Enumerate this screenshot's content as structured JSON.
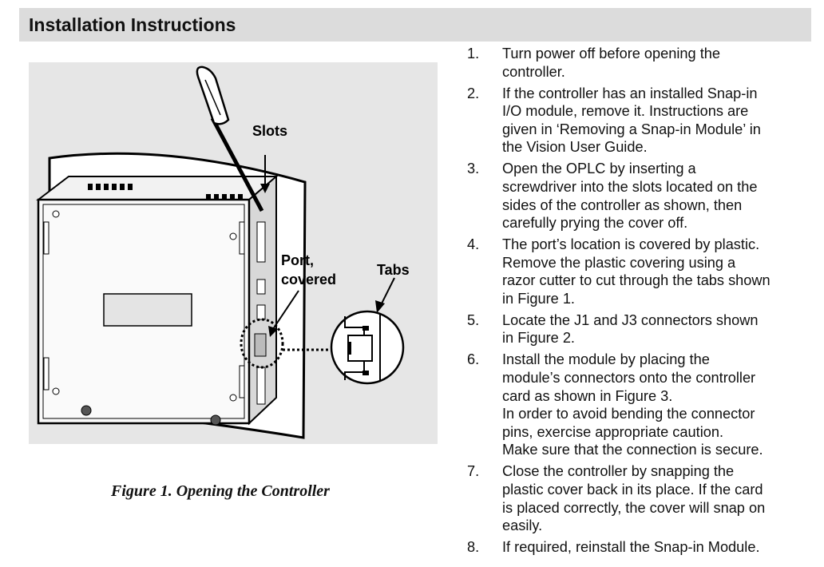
{
  "header": {
    "title": "Installation Instructions"
  },
  "figure": {
    "labels": {
      "slots": "Slots",
      "port_line1": "Port,",
      "port_line2": "covered",
      "tabs": "Tabs"
    },
    "caption": "Figure 1.  Opening the Controller"
  },
  "steps": [
    {
      "number": "1.",
      "lines": [
        "Turn power off before opening the",
        "controller."
      ]
    },
    {
      "number": "2.",
      "lines": [
        "If the controller has an installed Snap-in",
        "I/O module, remove it. Instructions are",
        "given in ‘Removing a Snap-in Module’ in",
        "the Vision User Guide."
      ]
    },
    {
      "number": "3.",
      "lines": [
        "Open the OPLC by inserting a",
        "screwdriver into the slots located on the",
        "sides of the controller as shown, then",
        "carefully prying the cover off."
      ]
    },
    {
      "number": "4.",
      "lines": [
        "The port’s location is covered by plastic.",
        "Remove the plastic covering using a",
        "razor cutter to cut through the tabs shown",
        "in Figure 1."
      ]
    },
    {
      "number": "5.",
      "lines": [
        "Locate the J1 and J3 connectors shown",
        "in Figure 2."
      ]
    },
    {
      "number": "6.",
      "lines": [
        "Install the module by placing the",
        "module’s connectors onto the controller",
        "card as shown in Figure 3.",
        "In order to avoid bending the connector",
        "pins, exercise appropriate caution.",
        "Make sure that the connection is secure."
      ]
    },
    {
      "number": "7.",
      "lines": [
        "Close the controller by snapping the",
        "plastic cover back in its place. If the card",
        "is placed correctly, the cover will snap on",
        "easily."
      ]
    },
    {
      "number": "8.",
      "lines": [
        "If required, reinstall the Snap-in Module."
      ]
    }
  ]
}
